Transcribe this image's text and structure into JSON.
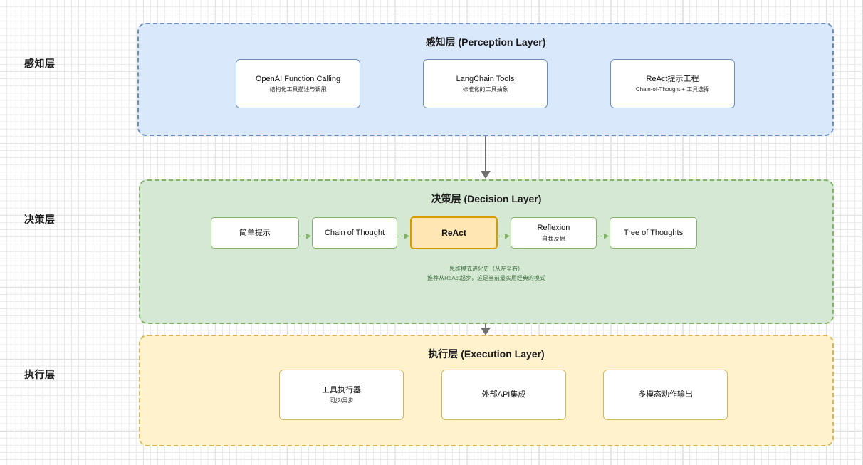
{
  "row_labels": [
    {
      "text": "感知层"
    },
    {
      "text": "决策层"
    },
    {
      "text": "执行层"
    }
  ],
  "perception_layer": {
    "title": "感知层 (Perception Layer)",
    "fill_color": "#dae8fc",
    "border_color": "#6c8ebf",
    "nodes": [
      {
        "title": "OpenAI Function Calling",
        "sub": "结构化工具描述与调用"
      },
      {
        "title": "LangChain Tools",
        "sub": "标准化的工具抽象"
      },
      {
        "title": "ReAct提示工程",
        "sub": "Chain-of-Thought + 工具选择"
      }
    ]
  },
  "decision_layer": {
    "title": "决策层 (Decision Layer)",
    "fill_color": "#d5e8d4",
    "border_color": "#82b366",
    "highlight_color": "#ffe6b3",
    "highlight_border_color": "#d79b00",
    "nodes": [
      {
        "title": "简单提示",
        "sub": ""
      },
      {
        "title": "Chain of Thought",
        "sub": ""
      },
      {
        "title": "ReAct",
        "sub": ""
      },
      {
        "title": "Reflexion",
        "sub": "自我反思"
      },
      {
        "title": "Tree of Thoughts",
        "sub": ""
      }
    ],
    "caption_line_1": "思维模式进化史（从左至右）",
    "caption_line_2": "推荐从ReAct起步，这是当前最实用经典的模式"
  },
  "execution_layer": {
    "title": "执行层 (Execution Layer)",
    "fill_color": "#fff2cc",
    "border_color": "#d6b656",
    "nodes": [
      {
        "title": "工具执行器",
        "sub": "同步/异步"
      },
      {
        "title": "外部API集成",
        "sub": ""
      },
      {
        "title": "多模态动作输出",
        "sub": ""
      }
    ]
  }
}
